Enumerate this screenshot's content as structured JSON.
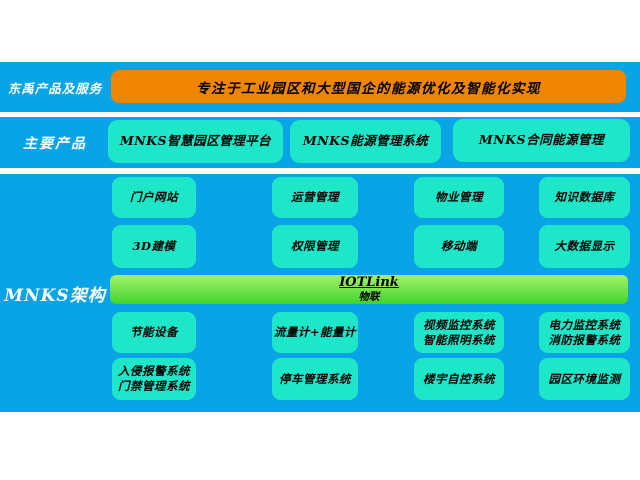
{
  "colors": {
    "background": "#ffffff",
    "panel_blue": "#09a4e6",
    "box_cyan": "#1ee6c8",
    "banner_orange": "#ef8500",
    "iot_green_top": "#a6f06a",
    "iot_green_bottom": "#3fd42e",
    "label_white": "#ffffff",
    "text_black": "#000000"
  },
  "services_band": {
    "label": "东禹产品及服务",
    "banner": "专注于工业园区和大型国企的能源优化及智能化实现"
  },
  "products_band": {
    "label": "主要产品",
    "boxes": [
      "MNKS智慧园区管理平台",
      "MNKS能源管理系统",
      "MNKS合同能源管理"
    ]
  },
  "architecture_band": {
    "label": "MNKS架构",
    "app_row1": [
      "门户网站",
      "运营管理",
      "物业管理",
      "知识数据库"
    ],
    "app_row2": [
      "3D建模",
      "权限管理",
      "移动端",
      "大数据显示"
    ],
    "iotlink": {
      "title": "IOTLink",
      "subtitle": "物联"
    },
    "device_row1": [
      "节能设备",
      "流量计+能量计",
      "视频监控系统\n智能照明系统",
      "电力监控系统\n消防报警系统"
    ],
    "device_row2": [
      "入侵报警系统\n门禁管理系统",
      "停车管理系统",
      "楼宇自控系统",
      "园区环境监测"
    ]
  }
}
